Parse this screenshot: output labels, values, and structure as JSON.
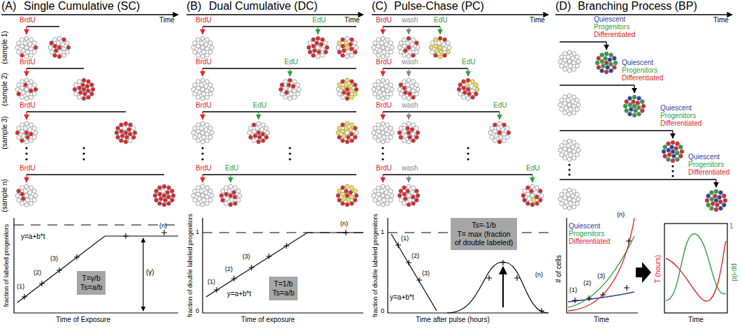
{
  "diagram": {
    "nodes": [
      {
        "text": [
          "T=γ/b",
          "Ts=a/b"
        ]
      },
      {
        "text": [
          "T=1/b",
          "Ts=a/b"
        ]
      },
      {
        "text": [
          "Ts=-1/b",
          "T= max (fraction of double labeled)"
        ]
      }
    ],
    "labels": [
      "(A)",
      "Single Cumulative (SC)",
      "Time",
      "(sample 1)",
      "(sample 2)",
      "(sample 3)",
      "(sample n)",
      "BrdU",
      "BrdU",
      "BrdU",
      "BrdU",
      "y=a+b*t",
      "(1)",
      "(2)",
      "(3)",
      "(n)",
      "(γ)",
      "fraction of labeled progenitors",
      "Time of Exposure",
      "(B)",
      "Dual Cumulative (DC)",
      "Time",
      "BrdU",
      "BrdU",
      "BrdU",
      "BrdU",
      "EdU",
      "EdU",
      "EdU",
      "EdU",
      "1",
      "0",
      "y=a+b*t",
      "(1)",
      "(2)",
      "(3)",
      "(n)",
      "fraction of double labeled progenitors",
      "Time of exposure",
      "(C)",
      "Pulse-Chase (PC)",
      "Time",
      "BrdU",
      "BrdU",
      "BrdU",
      "BrdU",
      "wash",
      "wash",
      "wash",
      "wash",
      "EdU",
      "EdU",
      "EdU",
      "EdU",
      "1",
      "0",
      "y=a+b*t",
      "(1)",
      "(2)",
      "(3)",
      "(n)",
      "fraction of double labeled progenitors",
      "Time after pulse (hours)",
      "(D)",
      "Branching Process (BP)",
      "Time",
      "Quiescent",
      "Progenitors",
      "Differentiated",
      "Quiescent",
      "Progenitors",
      "Differentiated",
      "Quiescent",
      "Progenitors",
      "Differentiated",
      "Quiescent",
      "Progenitors",
      "Differentiated",
      "Quiescent",
      "Progenitors",
      "Differentiated",
      "# of cells",
      "Time",
      "(1)",
      "(2)",
      "(3)",
      "(n)",
      "T (hours)",
      "Time",
      "1",
      "pp-dd"
    ]
  }
}
